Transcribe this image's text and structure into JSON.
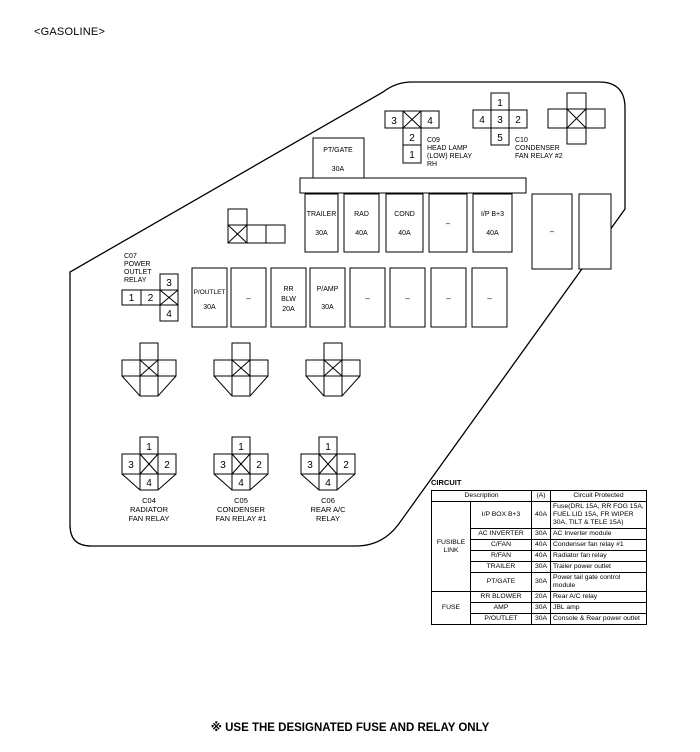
{
  "heading": "<GASOLINE>",
  "footer": "※ USE THE DESIGNATED FUSE AND RELAY ONLY",
  "fuses_upper": [
    {
      "name": "TRAILER",
      "amp": "30A"
    },
    {
      "name": "RAD",
      "amp": "40A"
    },
    {
      "name": "COND",
      "amp": "40A"
    },
    {
      "name": "–",
      "amp": ""
    },
    {
      "name": "I/P B+3",
      "amp": "40A"
    }
  ],
  "fuse_ptgate": {
    "name": "PT/GATE",
    "amp": "30A"
  },
  "fuse_tall_right": {
    "name": "–"
  },
  "fuses_lower": [
    {
      "name": "P/OUTLET",
      "amp": "30A"
    },
    {
      "name": "–",
      "amp": ""
    },
    {
      "name": "RR BLW",
      "amp": "20A"
    },
    {
      "name": "P/AMP",
      "amp": "30A"
    },
    {
      "name": "–",
      "amp": ""
    },
    {
      "name": "–",
      "amp": ""
    },
    {
      "name": "–",
      "amp": ""
    },
    {
      "name": "–",
      "amp": ""
    }
  ],
  "relays": {
    "c07": {
      "label": [
        "C07",
        "POWER",
        "OUTLET",
        "RELAY"
      ],
      "pins": [
        "1",
        "2",
        "3",
        "4"
      ]
    },
    "c09": {
      "label": [
        "C09",
        "HEAD LAMP",
        "(LOW) RELAY",
        "RH"
      ],
      "pins": [
        "3",
        "4",
        "2",
        "1"
      ]
    },
    "c10": {
      "label": [
        "C10",
        "CONDENSER",
        "FAN RELAY #2"
      ],
      "pins": [
        "1",
        "4",
        "3",
        "2",
        "5"
      ]
    },
    "c04": {
      "label": [
        "C04",
        "RADIATOR",
        "FAN RELAY"
      ],
      "pins": [
        "1",
        "3",
        "2",
        "4"
      ]
    },
    "c05": {
      "label": [
        "C05",
        "CONDENSER",
        "FAN RELAY #1"
      ],
      "pins": [
        "1",
        "3",
        "2",
        "4"
      ]
    },
    "c06": {
      "label": [
        "C06",
        "REAR A/C",
        "RELAY"
      ],
      "pins": [
        "1",
        "3",
        "2",
        "4"
      ]
    }
  },
  "circuit": {
    "title": "CIRCUIT",
    "headers": {
      "description": "Description",
      "amp": "(A)",
      "protected": "Circuit Protected"
    },
    "fusible_link_label": "FUSIBLE LINK",
    "fuse_label": "FUSE",
    "fusible_link_rows": [
      {
        "desc": "I/P BOX B+3",
        "amp": "40A",
        "protected": "Fuse(DRL 15A, RR FOG 15A, FUEL LID 15A, FR WIPER 30A, TILT & TELE 15A)"
      },
      {
        "desc": "AC INVERTER",
        "amp": "30A",
        "protected": "AC Inverter module"
      },
      {
        "desc": "C/FAN",
        "amp": "40A",
        "protected": "Condenser fan relay #1"
      },
      {
        "desc": "R/FAN",
        "amp": "40A",
        "protected": "Radiator fan relay"
      },
      {
        "desc": "TRAILER",
        "amp": "30A",
        "protected": "Trailer power outlet"
      },
      {
        "desc": "PT/GATE",
        "amp": "30A",
        "protected": "Power tail gate control module"
      }
    ],
    "fuse_rows": [
      {
        "desc": "RR BLOWER",
        "amp": "20A",
        "protected": "Rear A/C relay"
      },
      {
        "desc": "AMP",
        "amp": "30A",
        "protected": "JBL amp"
      },
      {
        "desc": "P/OUTLET",
        "amp": "30A",
        "protected": "Console & Rear power outlet"
      }
    ]
  }
}
